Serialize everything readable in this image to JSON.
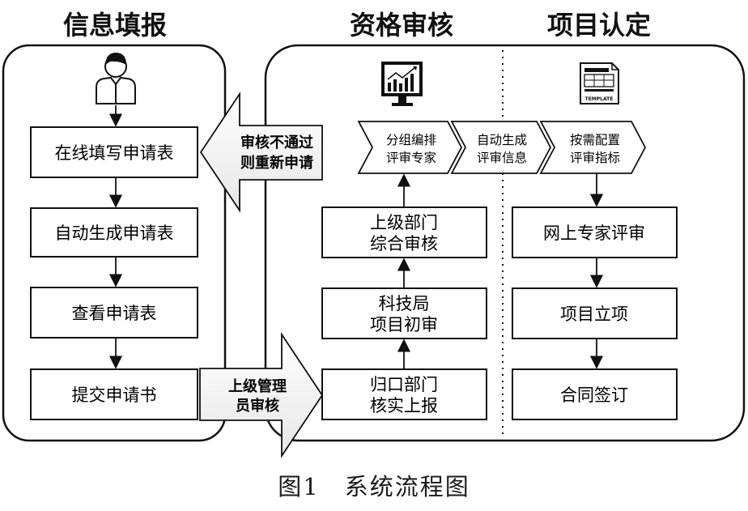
{
  "sections": {
    "info_fill": "信息填报",
    "qualification_review": "资格审核",
    "project_approval": "项目认定"
  },
  "left_steps": [
    "在线填写申请表",
    "自动生成申请表",
    "查看申请表",
    "提交申请书"
  ],
  "middle_steps": {
    "top": [
      "上级部门",
      "综合审核"
    ],
    "mid": [
      "科技局",
      "项目初审"
    ],
    "bottom": [
      "归口部门",
      "核实上报"
    ]
  },
  "chevrons": [
    [
      "分组编排",
      "评审专家"
    ],
    [
      "自动生成",
      "评审信息"
    ],
    [
      "按需配置",
      "评审指标"
    ]
  ],
  "right_steps": [
    "网上专家评审",
    "项目立项",
    "合同签订"
  ],
  "arrows": {
    "reject": [
      "审核不通过",
      "则重新申请"
    ],
    "submit": [
      "上级管理",
      "员审核"
    ]
  },
  "template_icon_text": "TEMPLATE",
  "caption": "图1　系统流程图"
}
